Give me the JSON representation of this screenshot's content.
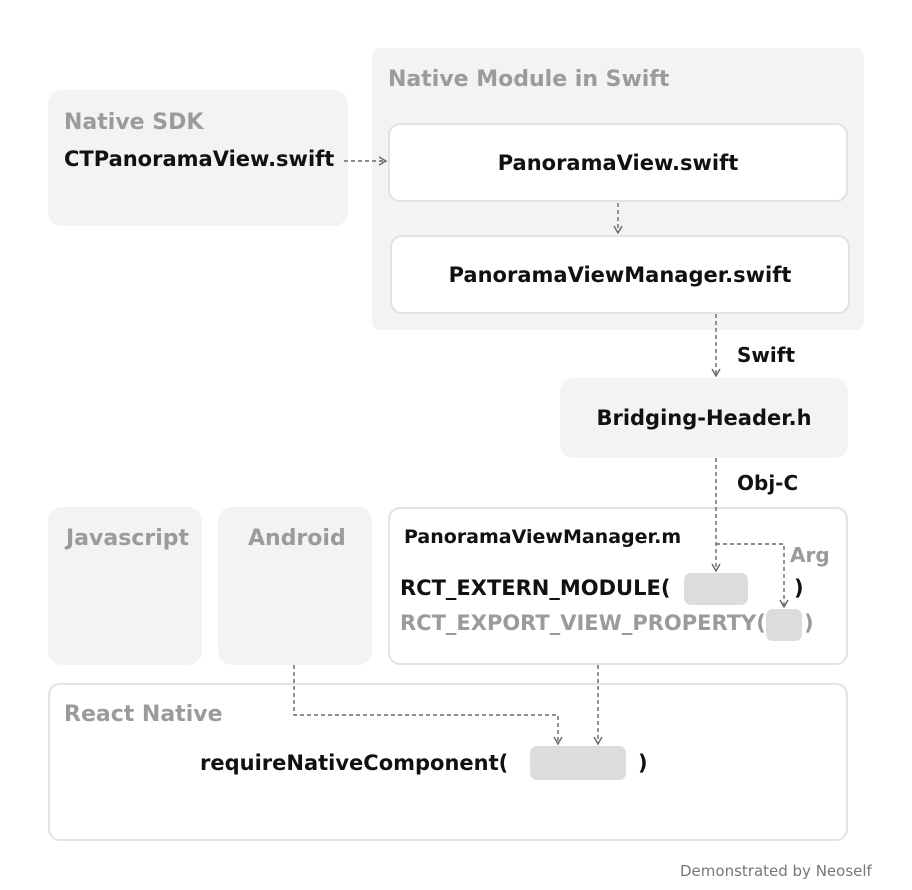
{
  "native_sdk": {
    "title": "Native SDK",
    "file": "CTPanoramaView.swift"
  },
  "native_module": {
    "title": "Native Module in Swift",
    "view_file": "PanoramaView.swift",
    "manager_file": "PanoramaViewManager.swift"
  },
  "swift_label": "Swift",
  "bridging_header": "Bridging-Header.h",
  "objc_label": "Obj-C",
  "javascript_title": "Javascript",
  "android_title": "Android",
  "manager_m": {
    "title": "PanoramaViewManager.m",
    "extern_module": "RCT_EXTERN_MODULE(",
    "extern_close": ")",
    "export_property": "RCT_EXPORT_VIEW_PROPERTY(",
    "export_close": ")",
    "arg_label": "Arg"
  },
  "react_native": {
    "title": "React Native",
    "require_call": "requireNativeComponent(",
    "require_close": ")"
  },
  "credit": "Demonstrated by Neoself",
  "colors": {
    "panel": "#f3f3f3",
    "card_border": "#e2e2e2",
    "muted_text": "#9b9b9b",
    "slot": "#dcdcdc",
    "arrow": "#666666"
  }
}
